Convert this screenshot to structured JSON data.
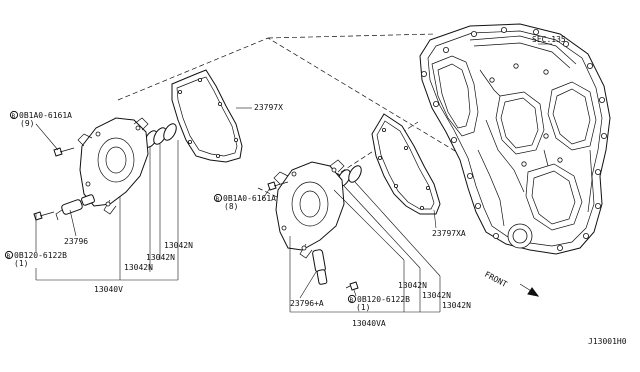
{
  "labels": {
    "sec_135": "SEC.135",
    "gasket_left": "23797X",
    "gasket_right": "23797XA",
    "bolt_left_1": "0B1A0-6161A",
    "bolt_left_1_qty": "(9)",
    "bolt_left_2": "0B120-6122B",
    "bolt_left_2_qty": "(1)",
    "bolt_right_1": "0B1A0-6161A",
    "bolt_right_1_qty": "(8)",
    "bolt_right_2": "0B120-6122B",
    "bolt_right_2_qty": "(1)",
    "bolt_prefix": "B",
    "valve_left": "23796",
    "valve_right": "23796+A",
    "oring_left_1": "13042N",
    "oring_left_2": "13042N",
    "oring_right_1": "13042N",
    "oring_right_2": "13042N",
    "oring_right_3": "13042N",
    "assy_left": "13040V",
    "assy_right": "13040VA",
    "front": "FRONT",
    "diagram_code": "J13001H0"
  }
}
